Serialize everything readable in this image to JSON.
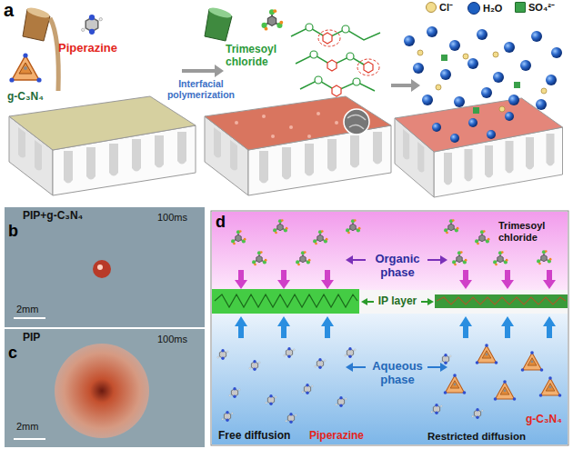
{
  "diagram": {
    "nodes": [
      {
        "text": [
          "PIP+g-C₃N₄",
          "100ms",
          "2mm"
        ]
      },
      {
        "text": [
          "PIP",
          "100ms",
          "2mm"
        ]
      }
    ],
    "labels": [
      "a",
      "Piperazine",
      "g-C₃N₄",
      "Trimesoyl chloride",
      "Interfacial polymerization",
      "b",
      "c",
      "d",
      "Organic phase",
      "IP layer",
      "Aqueous phase",
      "Trimesoyl chloride",
      "Free diffusion",
      "Piperazine",
      "Restricted diffusion",
      "g-C₃N₄"
    ],
    "legend": [
      {
        "text": "Cl⁻",
        "color": "#f3dc8c"
      },
      {
        "text": "H₂O",
        "color": "#1d5fc0"
      },
      {
        "text": "SO₄²⁻",
        "color": "#3aa04a"
      }
    ]
  }
}
